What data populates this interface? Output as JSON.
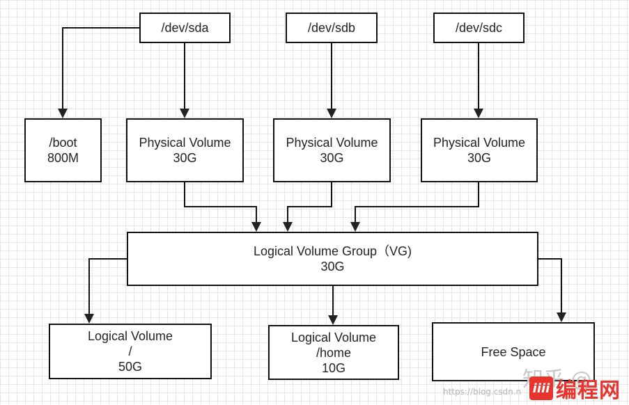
{
  "devices": {
    "sda": "/dev/sda",
    "sdb": "/dev/sdb",
    "sdc": "/dev/sdc"
  },
  "boot": {
    "name": "/boot",
    "size": "800M"
  },
  "pv": [
    {
      "label": "Physical Volume",
      "size": "30G"
    },
    {
      "label": "Physical Volume",
      "size": "30G"
    },
    {
      "label": "Physical Volume",
      "size": "30G"
    }
  ],
  "vg": {
    "label": "Logical Volume Group（VG)",
    "size": "30G"
  },
  "lv_root": {
    "label": "Logical Volume",
    "mount": "/",
    "size": "50G"
  },
  "lv_home": {
    "label": "Logical Volume",
    "mount": "/home",
    "size": "10G"
  },
  "free": {
    "label": "Free Space"
  },
  "watermarks": {
    "url": "https://blog.csdn.n",
    "zhihu": "知乎 @ ...",
    "logo_badge": "iiii",
    "logo_name": "编程网"
  },
  "colors": {
    "stroke": "#111111",
    "grid": "#e6e6e6",
    "watermark_red": "#e8342c"
  }
}
